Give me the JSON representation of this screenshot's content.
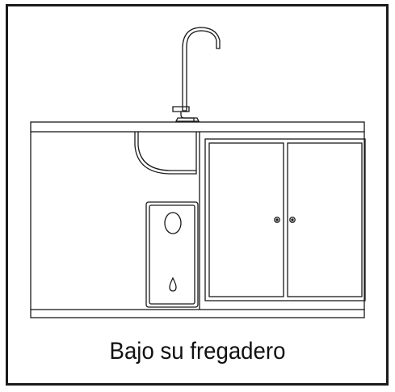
{
  "caption": "Bajo su fregadero",
  "colors": {
    "line": "#1a1a1a",
    "background": "#ffffff"
  },
  "elements": {
    "faucet": "faucet-icon",
    "sink": "sink-basin",
    "filter_unit": "water-filter-unit",
    "cabinet": "double-door-cabinet",
    "water_drop": "water-drop-icon"
  }
}
